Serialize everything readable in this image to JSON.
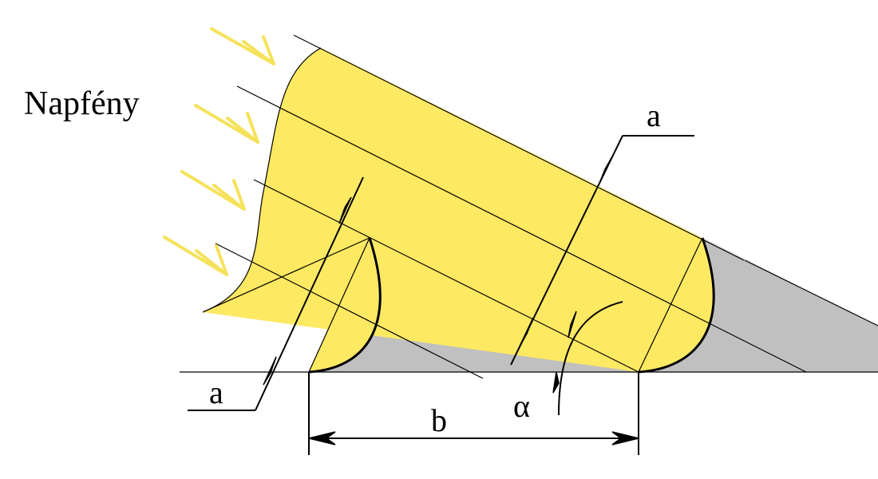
{
  "labels": {
    "sunlight": "Napfény",
    "a_top": "a",
    "a_bottom": "a",
    "b": "b",
    "alpha": "α"
  },
  "colors": {
    "sun_beam": "#FDE962",
    "shadow": "#C0C0C0",
    "arrow": "#F5E25A",
    "line": "#000000",
    "background": "#FFFFFF"
  }
}
